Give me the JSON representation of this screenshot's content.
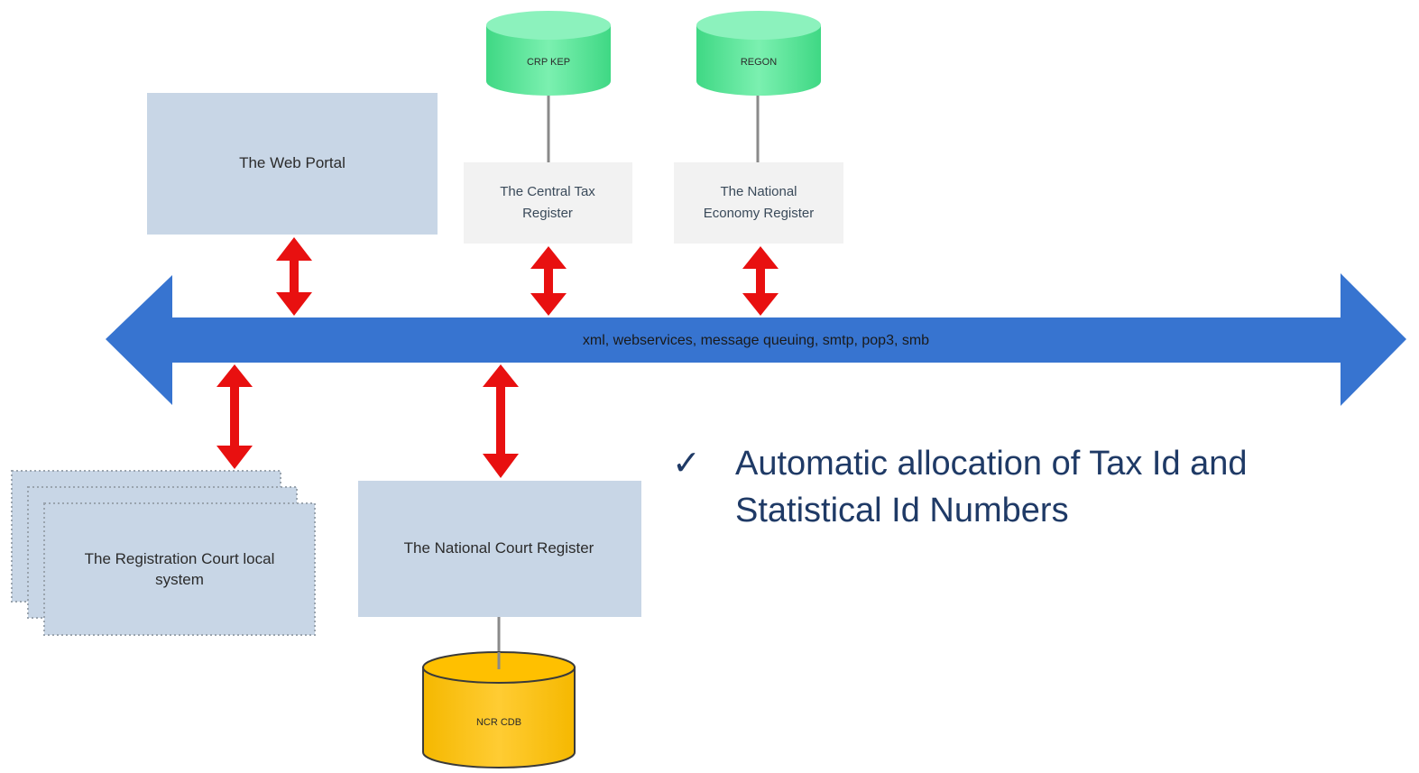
{
  "bus": {
    "label": "xml, webservices, message queuing, smtp, pop3, smb",
    "color": "#3774d0"
  },
  "boxes": {
    "web_portal": "The Web Portal",
    "central_tax_line1": "The Central Tax",
    "central_tax_line2": "Register",
    "national_economy_line1": "The National",
    "national_economy_line2": "Economy Register",
    "registration_court_line1": "The Registration Court local",
    "registration_court_line2": "system",
    "national_court": "The National Court Register"
  },
  "databases": {
    "crp_kep": "CRP KEP",
    "regon": "REGON",
    "ncr_cdb": "NCR CDB"
  },
  "bullet": {
    "icon": "check-icon",
    "text": "Automatic allocation of Tax Id and Statistical Id Numbers"
  },
  "colors": {
    "box_fill": "#c8d6e6",
    "light_box_fill": "#f2f2f2",
    "db_green": "#4ee28f",
    "db_yellow": "#ffc000",
    "arrow_red": "#e81010",
    "bullet_text": "#1f3a66"
  }
}
